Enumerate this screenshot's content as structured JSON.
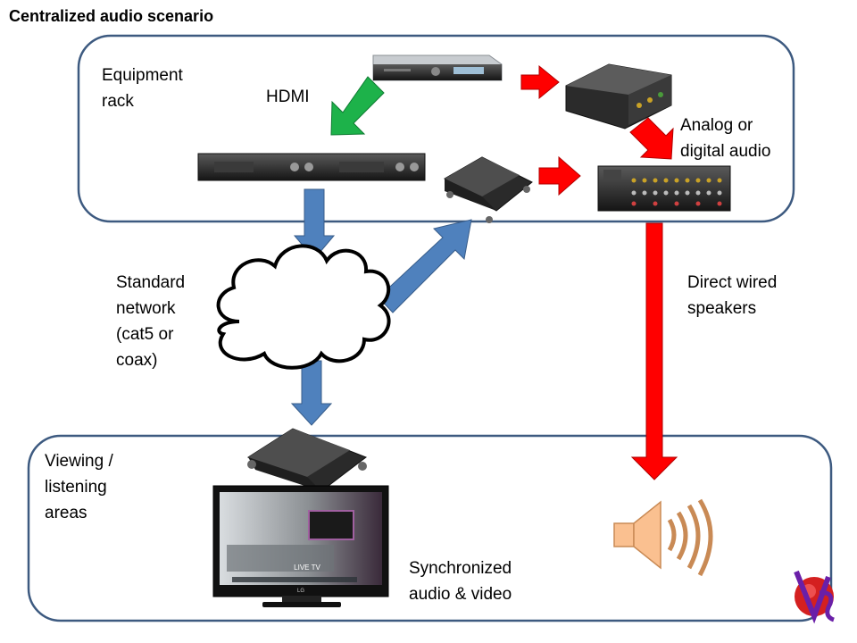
{
  "title": "Centralized audio scenario",
  "labels": {
    "equipment_rack": "Equipment\nrack",
    "hdmi": "HDMI",
    "analog_digital": "Analog or\ndigital audio",
    "standard_network": "Standard\nnetwork\n(cat5 or\ncoax)",
    "direct_wired": "Direct wired\nspeakers",
    "viewing_areas": "Viewing /\nlistening\nareas",
    "synchronized": "Synchronized\naudio & video"
  },
  "devices": {
    "tv_overlay": "LIVE TV",
    "tv_brand": "LG"
  },
  "colors": {
    "box_border": "#3d5a80",
    "arrow_blue": "#4f81bd",
    "arrow_red": "#ff0000",
    "arrow_green": "#1db24a",
    "speaker": "#fac090"
  }
}
